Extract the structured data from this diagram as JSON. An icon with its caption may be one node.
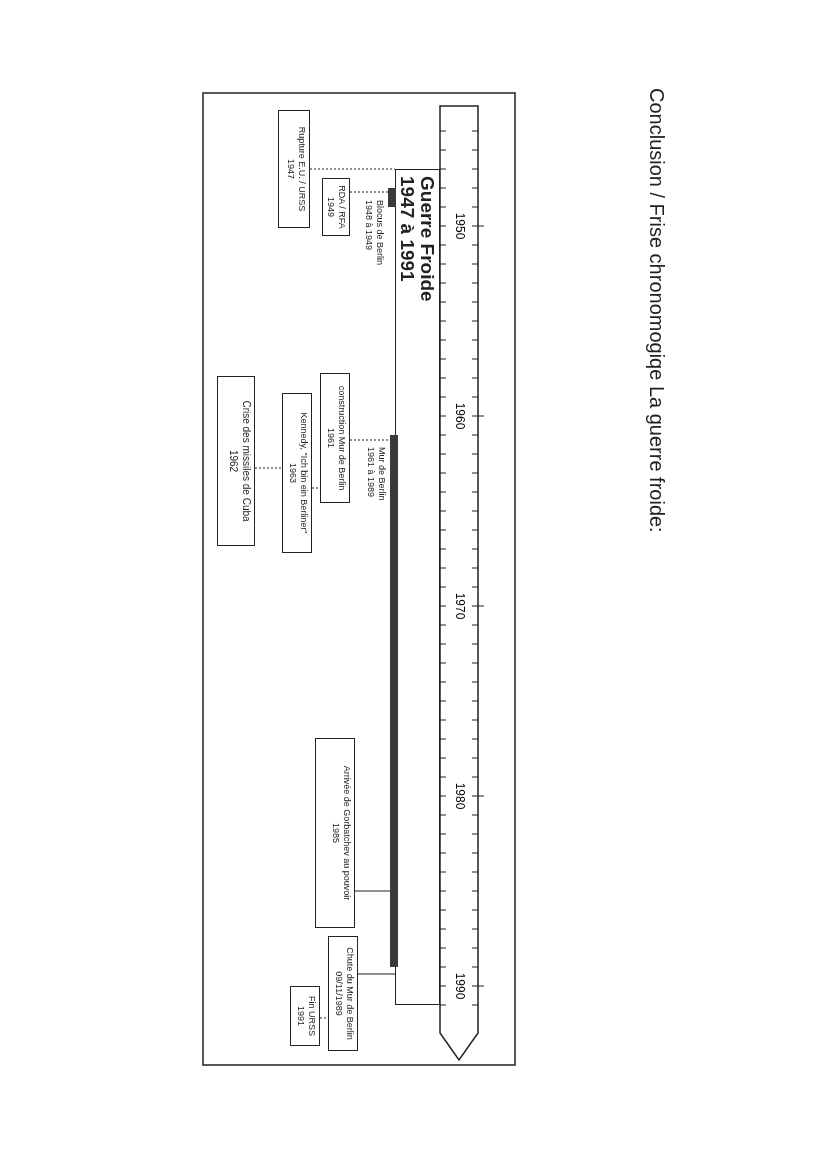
{
  "diagram": {
    "title": "Conclusion / Frise chronomogiqe La guerre froide:",
    "nodes": [
      {
        "text": [
          "Guerre Froide 1947 à 1991"
        ]
      },
      {
        "text": [],
        "shape": "bar",
        "beside": [
          "Blocus de Berlin",
          "1948 à 1949"
        ]
      },
      {
        "text": [],
        "shape": "bar",
        "beside": [
          "Mur de Berlin",
          "1961 à 1989"
        ]
      },
      {
        "text": [
          "Rupture E.U. / URSS",
          "1947"
        ]
      },
      {
        "text": [
          "RDA / RFA",
          "1949"
        ]
      },
      {
        "text": [
          "construction Mur de Berlin",
          "1961"
        ]
      },
      {
        "text": [
          "Kennedy, \"Ich bin ein Berliner\"",
          "1963"
        ]
      },
      {
        "text": [
          "Crise des missiles de Cuba",
          "1962"
        ]
      },
      {
        "text": [
          "Arrivée de Gorbatchev au pouvoir",
          "1985"
        ]
      },
      {
        "text": [
          "Chute du Mur de Berlin",
          "09/11/1989"
        ]
      },
      {
        "text": [
          "Fin URSS",
          "1991"
        ]
      }
    ],
    "edges": [
      {
        "from": 3,
        "to": 0,
        "arrow": "none",
        "style": "dashed"
      },
      {
        "from": 4,
        "to": 1,
        "arrow": "none",
        "style": "dashed"
      },
      {
        "from": 7,
        "to": 6,
        "arrow": "none",
        "style": "dashed"
      },
      {
        "from": 6,
        "to": 5,
        "arrow": "none",
        "style": "dashed"
      },
      {
        "from": 5,
        "to": 2,
        "arrow": "none",
        "style": "dashed"
      },
      {
        "from": 8,
        "to": 2,
        "arrow": "none"
      },
      {
        "from": 9,
        "to": 0,
        "arrow": "none"
      },
      {
        "from": 10,
        "to": 9,
        "arrow": "none",
        "style": "dashed"
      }
    ],
    "labels": [
      "1950",
      "1960",
      "1970",
      "1980",
      "1990"
    ]
  }
}
